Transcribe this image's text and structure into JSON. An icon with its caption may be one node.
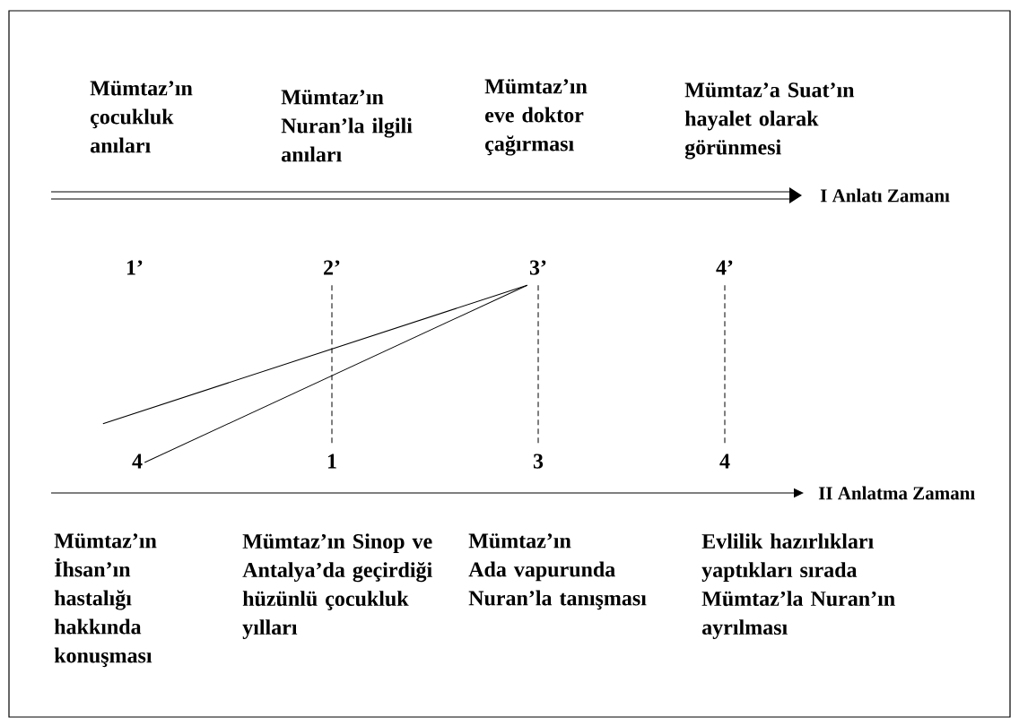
{
  "diagram": {
    "nodes": [
      {
        "text": [
          "1’"
        ]
      },
      {
        "text": [
          "2’"
        ]
      },
      {
        "text": [
          "3’"
        ]
      },
      {
        "text": [
          "4’"
        ]
      },
      {
        "text": [
          "4"
        ],
        "beside": [
          "Mümtaz’ın İhsan’ın hastalığı hakkında konuşması"
        ]
      },
      {
        "text": [
          "1"
        ],
        "beside": [
          "Mümtaz’ın Sinop ve Antalya’da geçirdiği hüzünlü çocukluk yılları"
        ]
      },
      {
        "text": [
          "3"
        ],
        "beside": [
          "Mümtaz’ın Ada vapurunda Nuran’la tanışması"
        ]
      },
      {
        "text": [
          "4"
        ],
        "beside": [
          "Evlilik hazırlıkları yaptıkları sırada Mümtaz’la Nuran’ın ayrılması"
        ]
      }
    ],
    "edges": [
      {
        "from": 2,
        "to": 4,
        "arrow": "none"
      },
      {
        "from": 2,
        "to": 4,
        "arrow": "none"
      },
      {
        "from": 1,
        "to": 5,
        "arrow": "none",
        "style": "dashed"
      },
      {
        "from": 2,
        "to": 6,
        "arrow": "none",
        "style": "dashed"
      },
      {
        "from": 3,
        "to": 7,
        "arrow": "none",
        "style": "dashed"
      }
    ],
    "labels": [
      "Mümtaz’ın çocukluk anıları",
      "Mümtaz’ın Nuran’la ilgili anıları",
      "Mümtaz’ın eve doktor çağırması",
      "Mümtaz’a Suat’ın hayalet olarak görünmesi",
      "I Anlatı Zamanı",
      "II Anlatma Zamanı"
    ]
  }
}
